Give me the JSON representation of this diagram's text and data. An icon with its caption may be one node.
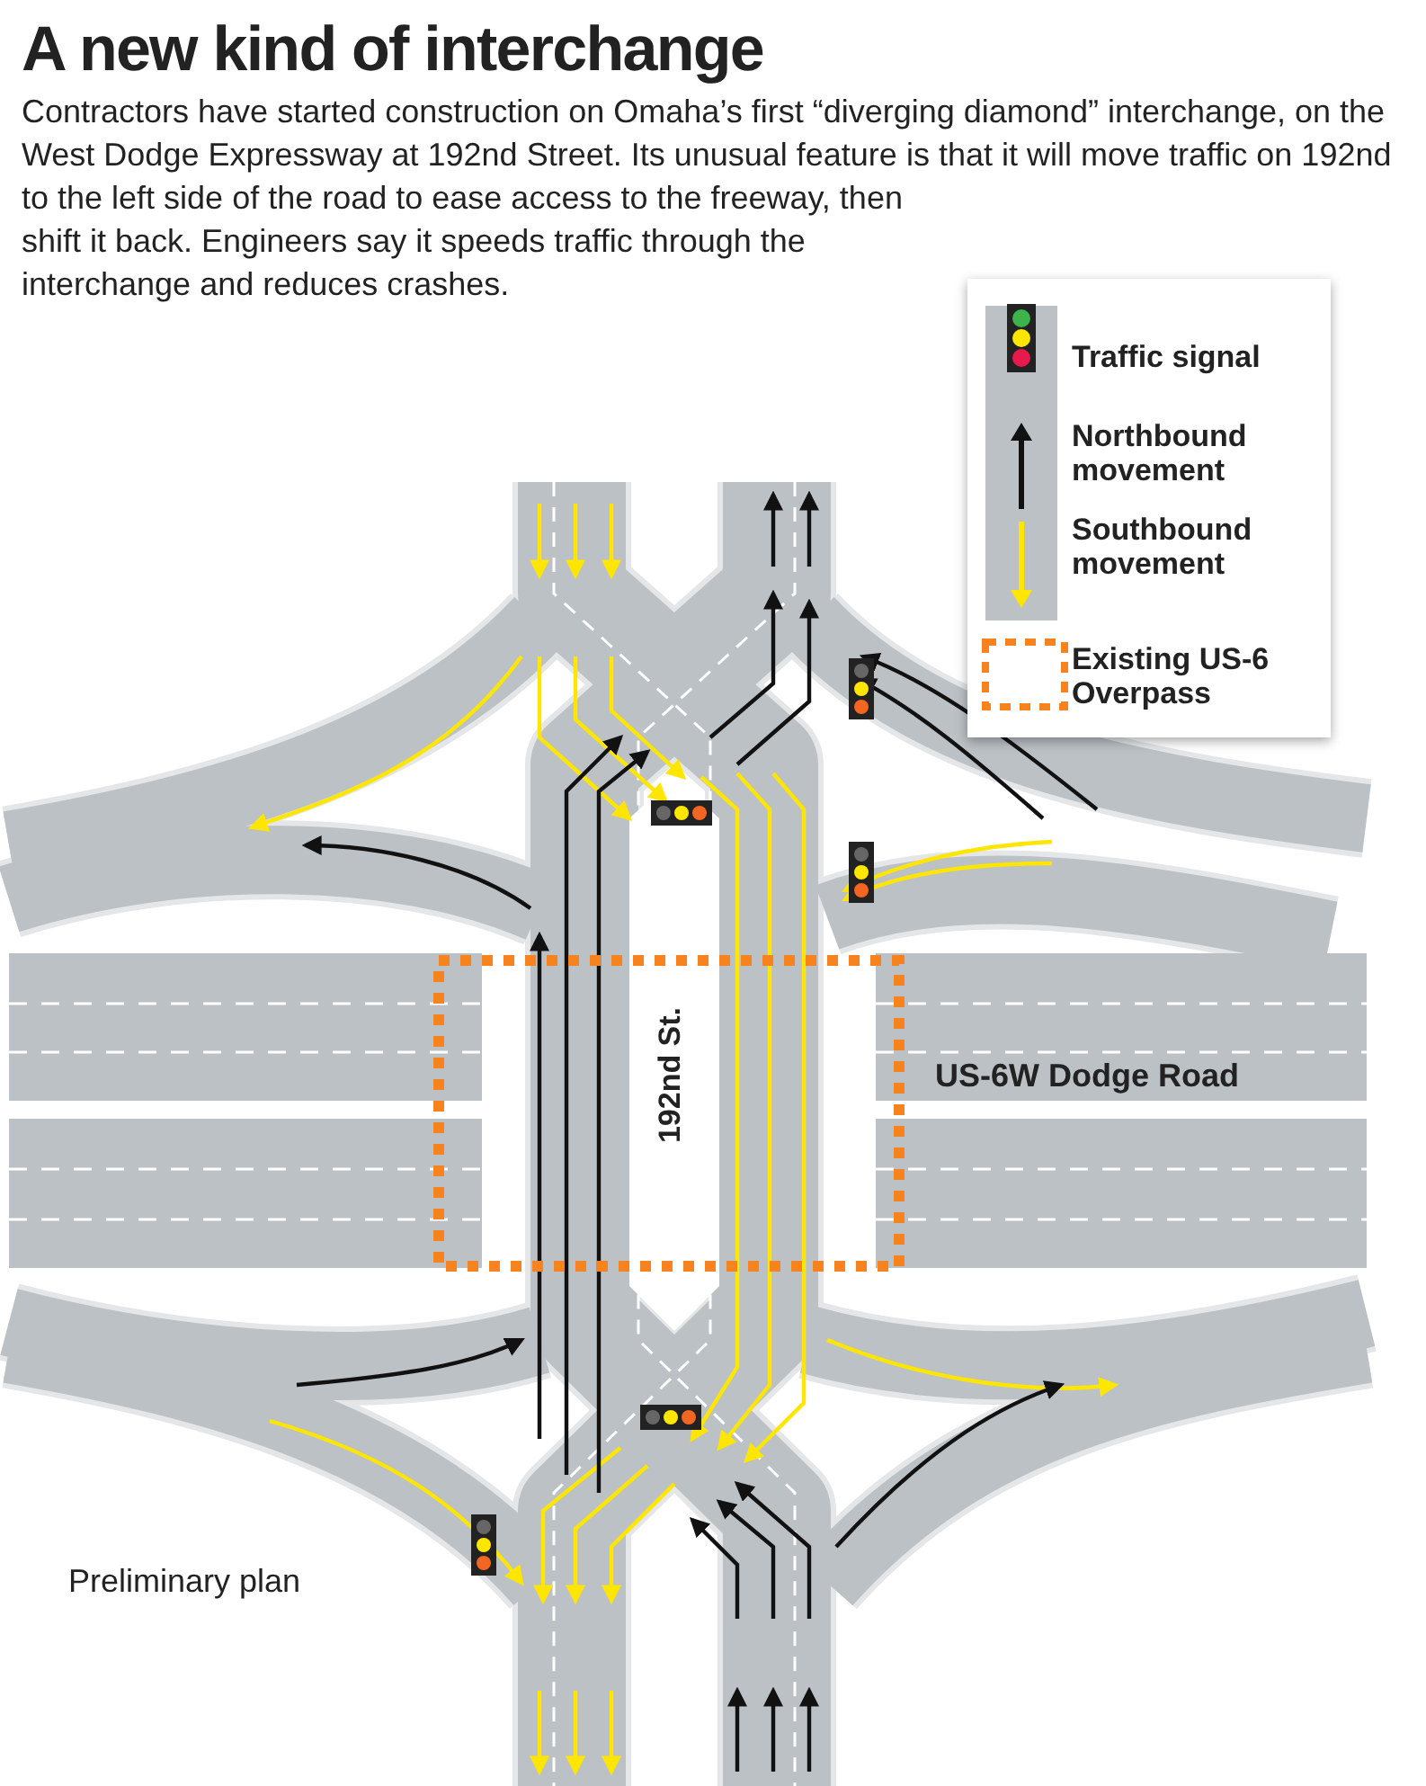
{
  "diagram": {
    "title": "A new kind of interchange",
    "caption": "Contractors have started construction on Omaha’s first “diverging diamond” interchange, on the West Dodge Expressway at 192nd Street. Its unusual feature is that it will move traffic on 192nd to the left side of the road to ease access to the freeway, then shift it back. Engineers say it speeds traffic through the interchange and reduces crashes.",
    "labels": [
      "192nd St.",
      "US-6W Dodge Road",
      "Preliminary plan"
    ],
    "legend": [
      {
        "text": "Traffic signal"
      },
      {
        "text": "Northbound movement"
      },
      {
        "text": "Southbound movement"
      },
      {
        "text": "Existing US-6 Overpass"
      }
    ]
  }
}
